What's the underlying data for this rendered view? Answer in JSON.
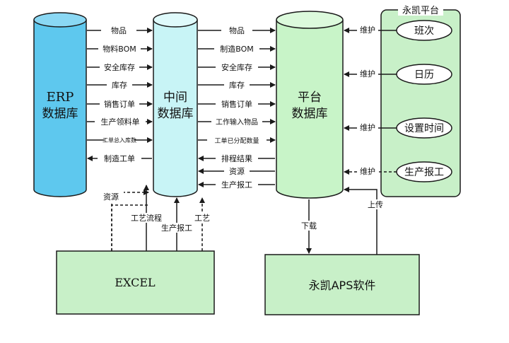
{
  "cylinders": {
    "erp": [
      "ERP",
      "数据库"
    ],
    "middle": [
      "中间",
      "数据库"
    ],
    "platform": [
      "平台",
      "数据库"
    ]
  },
  "platform_group": {
    "title": "永凯平台",
    "items": [
      "班次",
      "日历",
      "设置时间",
      "生产报工"
    ],
    "maintain_label": "维护"
  },
  "erp_to_middle": [
    "物品",
    "物料BOM",
    "安全库存",
    "库存",
    "销售订单",
    "生产领料单",
    "工单总入库数"
  ],
  "middle_to_erp": [
    "制造工单"
  ],
  "middle_to_platform": [
    "物品",
    "制造BOM",
    "安全库存",
    "库存",
    "销售订单",
    "工作输入物品",
    "工单已分配数量"
  ],
  "platform_to_middle": [
    "排程结果",
    "资源",
    "生产报工"
  ],
  "excel": {
    "label": "EXCEL",
    "to_erp": "资源",
    "to_middle": [
      "工艺流程",
      "生产报工",
      "工艺"
    ]
  },
  "aps": {
    "label": "永凯APS软件",
    "download": "下载",
    "upload": "上传"
  },
  "colors": {
    "erp_fill": "#5ec8ee",
    "middle_fill": "#c8f4f6",
    "platform_fill": "#c8f4c8",
    "box_fill": "#c8f0c8",
    "stroke": "#1a1a1a"
  }
}
